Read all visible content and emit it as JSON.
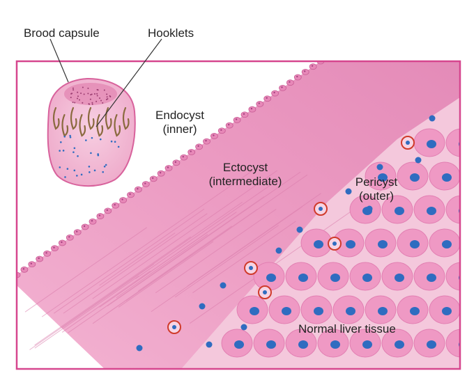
{
  "labels": {
    "brood_capsule": "Brood capsule",
    "hooklets": "Hooklets",
    "endocyst": "Endocyst",
    "endocyst_sub": "(inner)",
    "ectocyst": "Ectocyst",
    "ectocyst_sub": "(intermediate)",
    "pericyst": "Pericyst",
    "pericyst_sub": "(outer)",
    "liver": "Normal liver tissue"
  },
  "colors": {
    "frame": "#d6468e",
    "ectocyst": "#ec9cc3",
    "endocyst_scallop": "#e788b8",
    "liver_background": "#f4c8dc",
    "hepatocyte": "#ef99c4",
    "nucleus": "#2f6cc0",
    "inflammatory_cell": "#d03a2a",
    "hooklet": "#8a6a3e",
    "leader_line": "#333333"
  }
}
